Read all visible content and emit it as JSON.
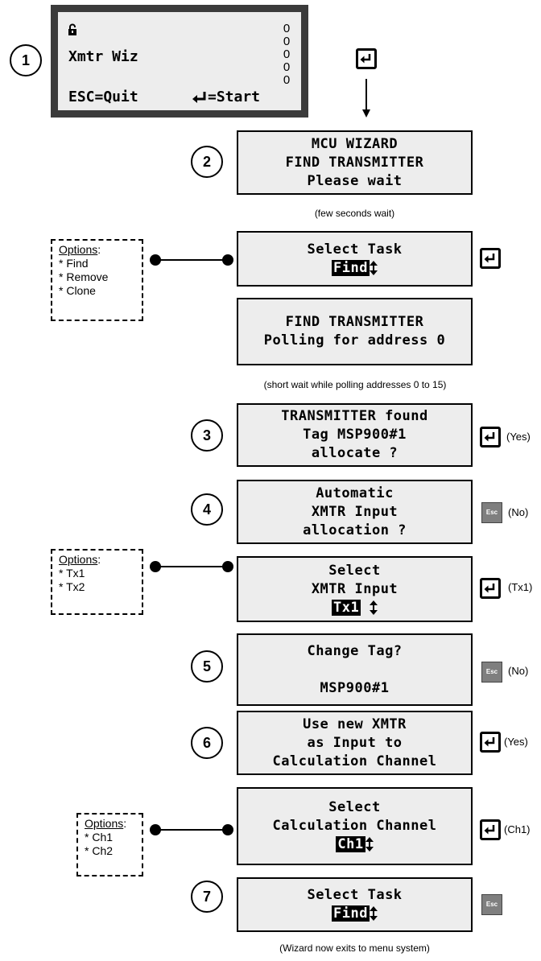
{
  "device": {
    "title": "Xmtr Wiz",
    "esc_text": "ESC=Quit",
    "start_text": "=Start",
    "lock_icon": "lock-icon",
    "leds": [
      "0",
      "0",
      "0",
      "0",
      "0"
    ]
  },
  "steps": [
    "1",
    "2",
    "3",
    "4",
    "5",
    "6",
    "7"
  ],
  "screens": {
    "s2": [
      "MCU WIZARD",
      "FIND TRANSMITTER",
      "Please wait"
    ],
    "s_select_task": {
      "line1": "Select Task",
      "value": "Find"
    },
    "s_polling": [
      "FIND TRANSMITTER",
      "Polling for address 0"
    ],
    "s3": [
      "TRANSMITTER found",
      "Tag MSP900#1",
      "allocate ?"
    ],
    "s4": [
      "Automatic",
      "XMTR Input",
      "allocation ?"
    ],
    "s_select_input": {
      "line1": "Select",
      "line2": "XMTR Input",
      "value": "Tx1"
    },
    "s5": [
      "Change Tag?",
      "",
      "MSP900#1"
    ],
    "s6": [
      "Use new XMTR",
      "as Input to",
      "Calculation Channel"
    ],
    "s_select_channel": {
      "line1": "Select",
      "line2": "Calculation Channel",
      "value": "Ch1"
    },
    "s7": {
      "line1": "Select Task",
      "value": "Find"
    }
  },
  "captions": {
    "few_seconds": "(few seconds wait)",
    "polling_wait": "(short wait while polling addresses 0 to 15)",
    "exit": "(Wizard now exits to menu system)"
  },
  "key_labels": {
    "yes": "(Yes)",
    "no": "(No)",
    "tx1": "(Tx1)",
    "ch1": "(Ch1)",
    "esc": "Esc"
  },
  "options": {
    "title": "Options",
    "task": [
      "* Find",
      "* Remove",
      "* Clone"
    ],
    "input": [
      "* Tx1",
      "* Tx2"
    ],
    "channel": [
      "* Ch1",
      "* Ch2"
    ]
  }
}
